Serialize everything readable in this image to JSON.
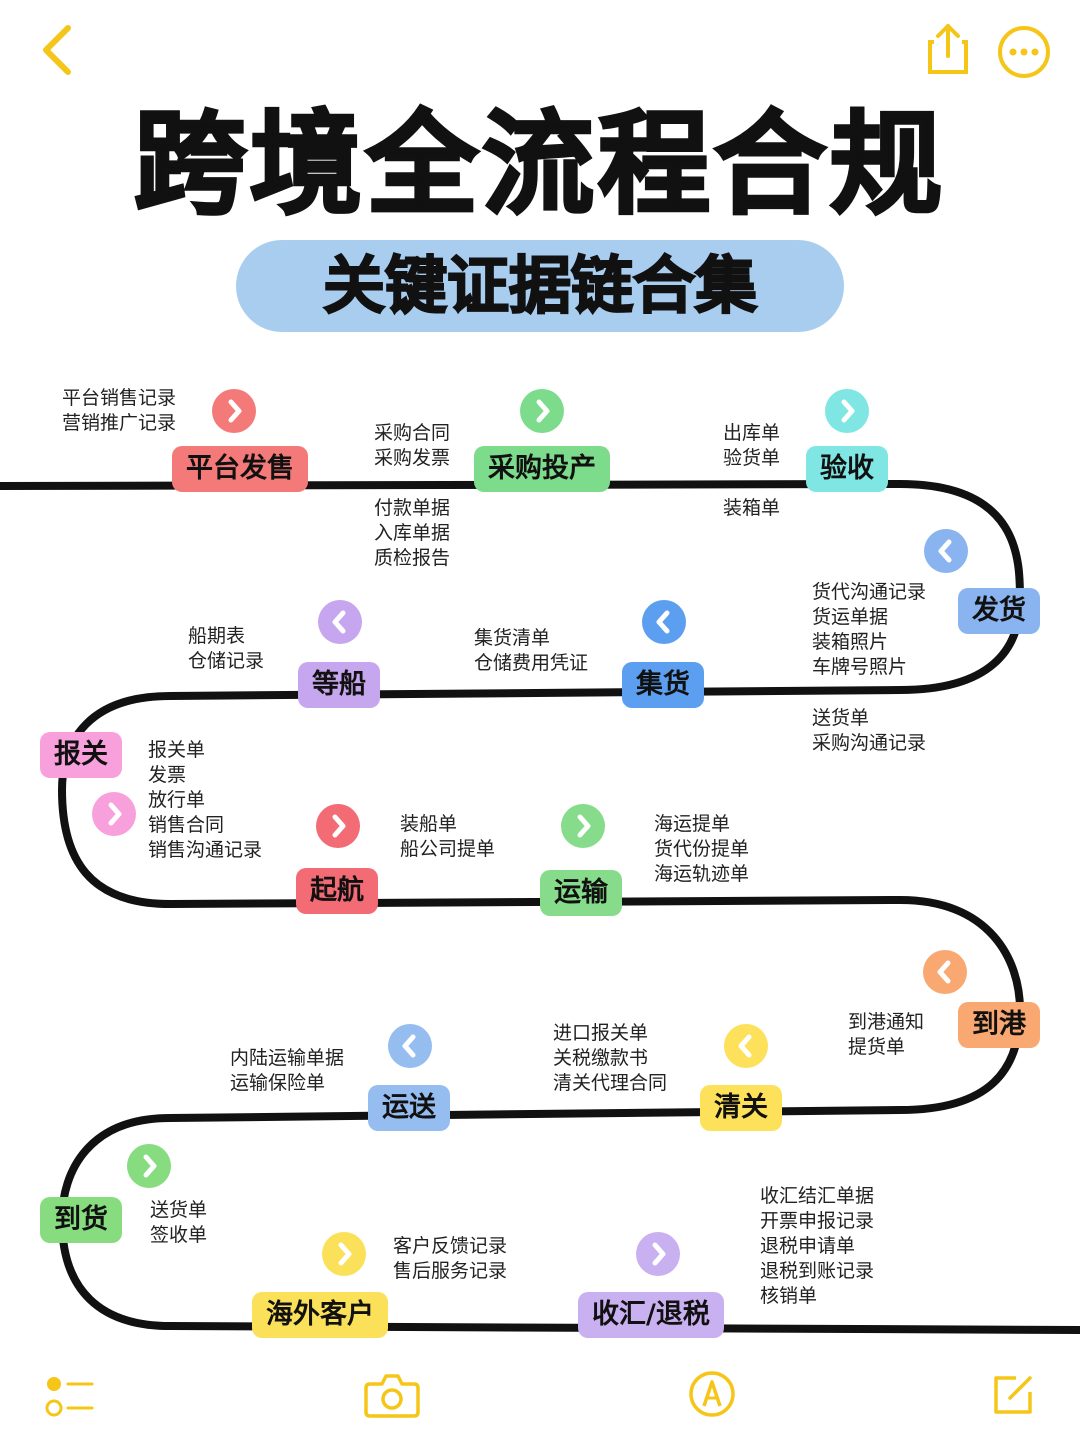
{
  "header": {
    "back_icon": "chevron-left-icon",
    "share_icon": "share-icon",
    "more_icon": "more-icon",
    "accent_color": "#f5c518"
  },
  "title": "跨境全流程合规",
  "subtitle": "关键证据链合集",
  "stages": [
    {
      "id": "platform-sale",
      "label": "平台发售",
      "color": "#f47a7a",
      "arrow": "right",
      "docs": [
        "平台销售记录",
        "营销推广记录"
      ]
    },
    {
      "id": "purchase",
      "label": "采购投产",
      "color": "#7ddc8c",
      "arrow": "right",
      "docs": [
        "采购合同",
        "采购发票",
        "付款单据",
        "入库单据",
        "质检报告"
      ]
    },
    {
      "id": "inspection",
      "label": "验收",
      "color": "#7fe6e3",
      "arrow": "right",
      "docs": [
        "出库单",
        "验货单",
        "装箱单"
      ]
    },
    {
      "id": "shipping",
      "label": "发货",
      "color": "#8ab4ef",
      "arrow": "left",
      "docs": [
        "货代沟通记录",
        "货运单据",
        "装箱照片",
        "车牌号照片",
        "送货单",
        "采购沟通记录"
      ]
    },
    {
      "id": "consolidation",
      "label": "集货",
      "color": "#5c9ff0",
      "arrow": "left",
      "docs": [
        "集货清单",
        "仓储费用凭证"
      ]
    },
    {
      "id": "wait-ship",
      "label": "等船",
      "color": "#c7a6f0",
      "arrow": "left",
      "docs": [
        "船期表",
        "仓储记录"
      ]
    },
    {
      "id": "customs-declare",
      "label": "报关",
      "color": "#f7a0dc",
      "arrow": "right",
      "docs": [
        "报关单",
        "发票",
        "放行单",
        "销售合同",
        "销售沟通记录"
      ]
    },
    {
      "id": "sail",
      "label": "起航",
      "color": "#f26b75",
      "arrow": "right",
      "docs": [
        "装船单",
        "船公司提单"
      ]
    },
    {
      "id": "transport",
      "label": "运输",
      "color": "#86dc8a",
      "arrow": "right",
      "docs": [
        "海运提单",
        "货代份提单",
        "海运轨迹单"
      ]
    },
    {
      "id": "arrive-port",
      "label": "到港",
      "color": "#f9a872",
      "arrow": "left",
      "docs": [
        "到港通知",
        "提货单"
      ]
    },
    {
      "id": "clearance",
      "label": "清关",
      "color": "#fde15a",
      "arrow": "left",
      "docs": [
        "进口报关单",
        "关税缴款书",
        "清关代理合同"
      ]
    },
    {
      "id": "delivery-transit",
      "label": "运送",
      "color": "#96bdf0",
      "arrow": "left",
      "docs": [
        "内陆运输单据",
        "运输保险单"
      ]
    },
    {
      "id": "arrival",
      "label": "到货",
      "color": "#86dc7e",
      "arrow": "right",
      "docs": [
        "送货单",
        "签收单"
      ]
    },
    {
      "id": "overseas-customer",
      "label": "海外客户",
      "color": "#fbe05a",
      "arrow": "right",
      "docs": [
        "客户反馈记录",
        "售后服务记录"
      ]
    },
    {
      "id": "settlement",
      "label": "收汇/退税",
      "color": "#c9b0f0",
      "arrow": "right",
      "docs": [
        "收汇结汇单据",
        "开票申报记录",
        "退税申请单",
        "退税到账记录",
        "核销单"
      ]
    }
  ],
  "toolbar": {
    "checklist_icon": "checklist-icon",
    "camera_icon": "camera-icon",
    "markup_icon": "markup-pen-icon",
    "compose_icon": "compose-icon"
  }
}
